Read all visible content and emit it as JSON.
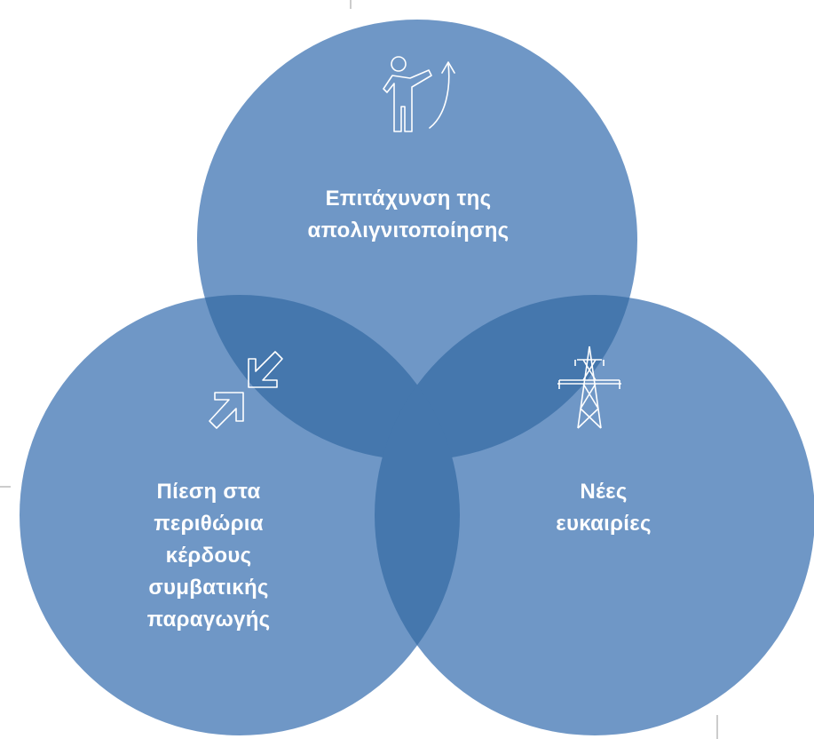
{
  "circles": {
    "top": {
      "lines": [
        "Επιτάχυνση της",
        "απολιγνιτοποίησης"
      ],
      "icon": "person-pointing-growth-arrow-icon"
    },
    "left": {
      "lines": [
        "Πίεση στα",
        "περιθώρια",
        "κέρδους",
        "συμβατικής",
        "παραγωγής"
      ],
      "icon": "compress-arrows-icon"
    },
    "right": {
      "lines": [
        "Νέες",
        "ευκαιρίες"
      ],
      "icon": "power-transmission-tower-icon"
    }
  },
  "colors": {
    "circle_fill": "#6f97c6",
    "overlap_fill": "#4577ad",
    "icon_stroke": "#ffffff",
    "page_background": "#ffffff",
    "crop_mark": "#9a9a9a"
  }
}
